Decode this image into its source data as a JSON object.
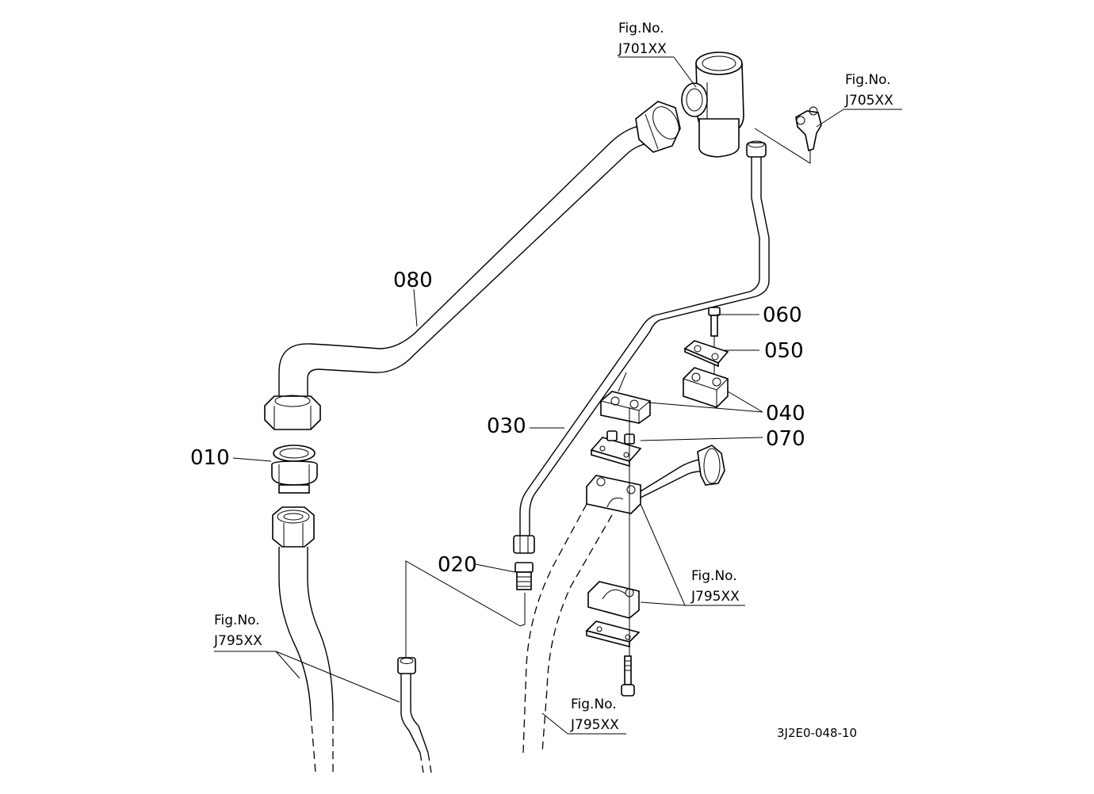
{
  "parts": {
    "p010": "010",
    "p020": "020",
    "p030": "030",
    "p040": "040",
    "p050": "050",
    "p060": "060",
    "p070": "070",
    "p080": "080"
  },
  "figrefs": {
    "j701": {
      "line1": "Fig.No.",
      "line2": "J701XX"
    },
    "j705": {
      "line1": "Fig.No.",
      "line2": "J705XX"
    },
    "j795_left": {
      "line1": "Fig.No.",
      "line2": "J795XX"
    },
    "j795_right": {
      "line1": "Fig.No.",
      "line2": "J795XX"
    },
    "j795_bottom": {
      "line1": "Fig.No.",
      "line2": "J795XX"
    }
  },
  "drawing_code": "3J2E0-048-10"
}
